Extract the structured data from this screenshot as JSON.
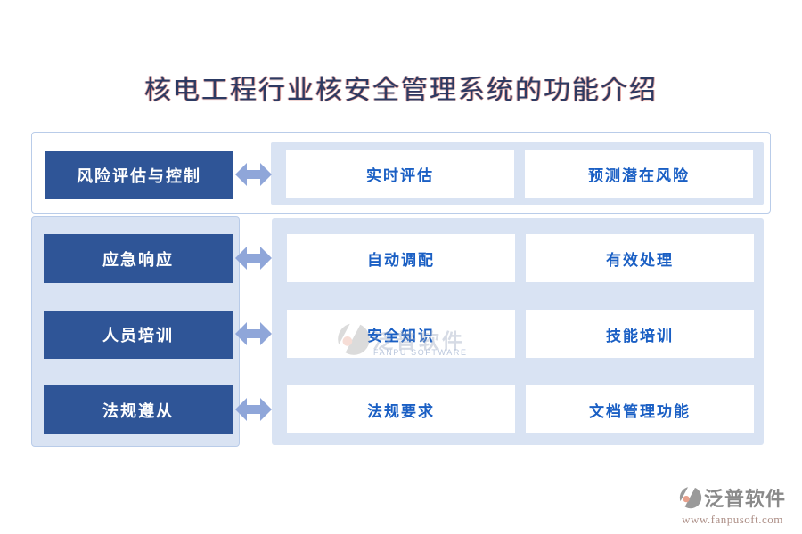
{
  "title": "核电工程行业核安全管理系统的功能介绍",
  "rows": [
    {
      "label": "风险评估与控制",
      "items": [
        "实时评估",
        "预测潜在风险"
      ]
    },
    {
      "label": "应急响应",
      "items": [
        "自动调配",
        "有效处理"
      ]
    },
    {
      "label": "人员培训",
      "items": [
        "安全知识",
        "技能培训"
      ]
    },
    {
      "label": "法规遵从",
      "items": [
        "法规要求",
        "文档管理功能"
      ]
    }
  ],
  "watermark": {
    "cn": "泛普软件",
    "en": "FANPU SOFTWARE"
  },
  "footer": {
    "brand": "泛普软件",
    "url": "www.fanpusoft.com"
  },
  "colors": {
    "title_text": "#2c3a63",
    "title_fringe": "#c13e34",
    "button_bg": "#2f5597",
    "button_text": "#ffffff",
    "panel_bg": "#d9e3f3",
    "box_border": "#b9cce9",
    "arrow": "#8fa6d9",
    "item_text": "#1a5fc4",
    "brand_gray": "#8a8a8a",
    "url_color": "#ad8f87",
    "logo_accent": "#e8a18c"
  }
}
